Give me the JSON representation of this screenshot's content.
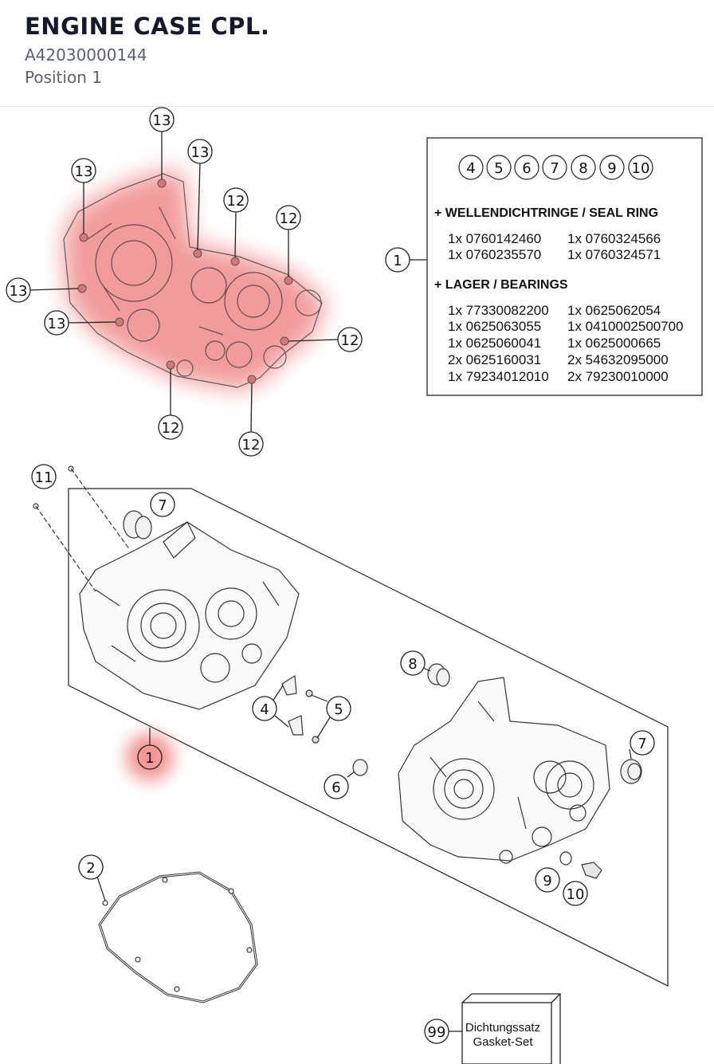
{
  "header": {
    "title": "ENGINE CASE CPL.",
    "part_number": "A42030000144",
    "position": "Position 1"
  },
  "colors": {
    "highlight": "#ef6f6f",
    "line": "#222222",
    "title": "#141a2b",
    "subtitle": "#596270"
  },
  "callouts": {
    "c13a": "13",
    "c13b": "13",
    "c13c": "13",
    "c13d": "13",
    "c13e": "13",
    "c12a": "12",
    "c12b": "12",
    "c12c": "12",
    "c12d": "12",
    "c12e": "12",
    "c1top": "1",
    "c11": "11",
    "c7a": "7",
    "c8": "8",
    "c7b": "7",
    "c4": "4",
    "c5": "5",
    "c1bot": "1",
    "c6": "6",
    "c9": "9",
    "c10": "10",
    "c2": "2",
    "c99": "99"
  },
  "included_box": {
    "circled": [
      "4",
      "5",
      "6",
      "7",
      "8",
      "9",
      "10"
    ],
    "seal_heading": "+ WELLENDICHTRINGE / SEAL RING",
    "seal_rows": [
      [
        "1x 0760142460",
        "1x 0760324566"
      ],
      [
        "1x 0760235570",
        "1x 0760324571"
      ]
    ],
    "bearing_heading": "+ LAGER / BEARINGS",
    "bearing_rows": [
      [
        "1x 77330082200",
        "1x 0625062054"
      ],
      [
        "1x 0625063055",
        "1x 0410002500700"
      ],
      [
        "1x 0625060041",
        "1x 0625000665"
      ],
      [
        "2x 0625160031",
        "2x 54632095000"
      ],
      [
        "1x 79234012010",
        "2x 79230010000"
      ]
    ]
  },
  "gasket_set": {
    "line1": "Dichtungssatz",
    "line2": "Gasket-Set"
  }
}
